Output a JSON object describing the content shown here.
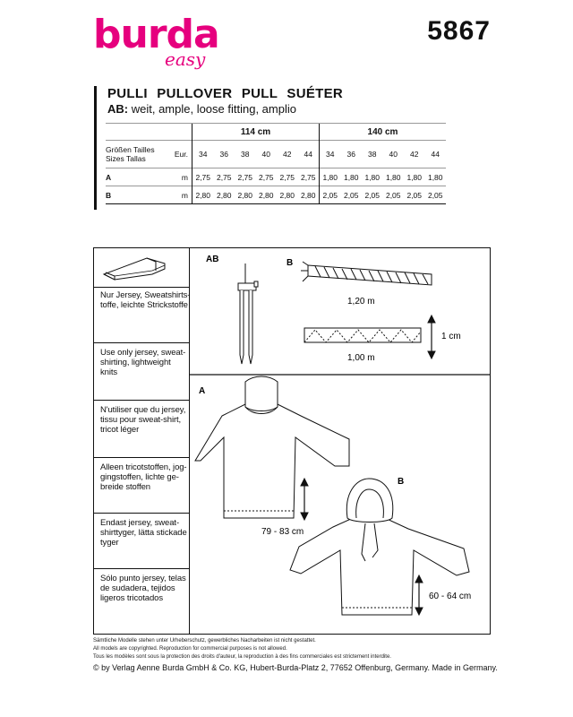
{
  "brand": {
    "name": "burda",
    "sub": "easy"
  },
  "pattern_number": "5867",
  "title": "PULLI  PULLOVER  PULL  SUÉTER",
  "subtitle": {
    "code": "AB:",
    "text": " weit, ample, loose fitting, amplio"
  },
  "size_table": {
    "widths": [
      "114 cm",
      "140 cm"
    ],
    "header_label": "Größen  Tailles\nSizes  Tallas",
    "eur_label": "Eur.",
    "sizes": [
      "34",
      "36",
      "38",
      "40",
      "42",
      "44",
      "34",
      "36",
      "38",
      "40",
      "42",
      "44"
    ],
    "rows": [
      {
        "view": "A",
        "unit": "m",
        "values": [
          "2,75",
          "2,75",
          "2,75",
          "2,75",
          "2,75",
          "2,75",
          "1,80",
          "1,80",
          "1,80",
          "1,80",
          "1,80",
          "1,80"
        ]
      },
      {
        "view": "B",
        "unit": "m",
        "values": [
          "2,80",
          "2,80",
          "2,80",
          "2,80",
          "2,80",
          "2,80",
          "2,05",
          "2,05",
          "2,05",
          "2,05",
          "2,05",
          "2,05"
        ]
      }
    ]
  },
  "fabric_notes": [
    "Nur Jersey, Sweatshirts-\ntoffe, leichte Strickstoffe",
    "Use only jersey, sweat-\nshirting, lightweight\nknits",
    "N'utiliser que du jersey,\ntissu pour sweat-shirt,\ntricot léger",
    "Alleen tricotstoffen, jog-\ngingstoffen, lichte ge-\nbreide stoffen",
    "Endast jersey, sweat-\nshirttyger, lätta stickade\ntyger",
    "Sólo punto jersey, telas\nde sudadera, tejidos\nligeros tricotados"
  ],
  "notions": {
    "needle_label": "AB",
    "cord_label": "B",
    "cord_length": "1,20 m",
    "tape_length": "1,00 m",
    "tape_width": "1 cm"
  },
  "views": {
    "a_label": "A",
    "a_length": "79 - 83 cm",
    "b_label": "B",
    "b_length": "60 - 64 cm"
  },
  "footer": {
    "line1": "Sämtliche Modelle stehen unter Urheberschutz, gewerbliches Nacharbeiten ist nicht gestattet.",
    "line2": "All models are copyrighted. Reproduction for commercial purposes is not allowed.",
    "line3": "Tous les modèles sont sous la protection des droits d'auteur, la reproduction à des fins commerciales est strictement interdite.",
    "line4": "© by Verlag Aenne Burda GmbH & Co. KG, Hubert-Burda-Platz 2, 77652 Offenburg, Germany. Made in Germany."
  },
  "colors": {
    "brand": "#e6007e",
    "ink": "#111111"
  }
}
